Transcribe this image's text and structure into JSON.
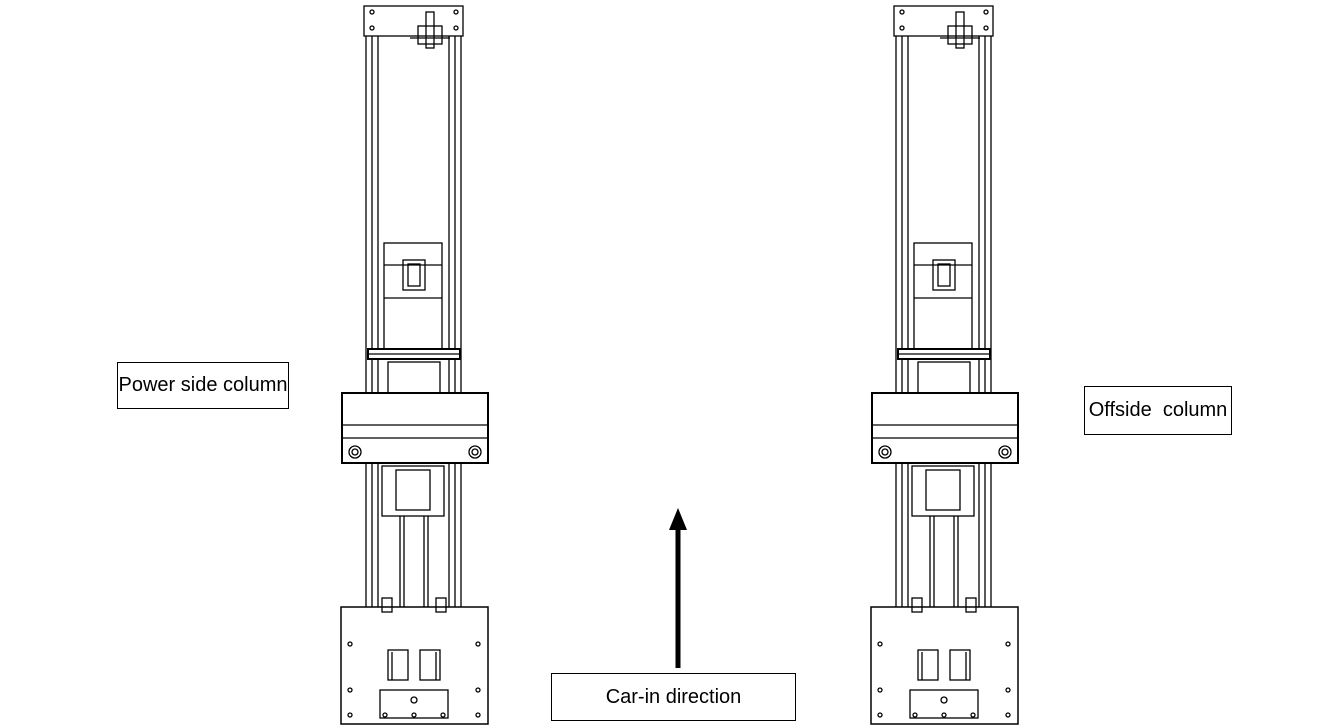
{
  "labels": {
    "power_side": "Power side column",
    "offside": "Offside  column",
    "car_in": "Car-in direction"
  },
  "colors": {
    "line": "#000000",
    "background": "#ffffff"
  }
}
